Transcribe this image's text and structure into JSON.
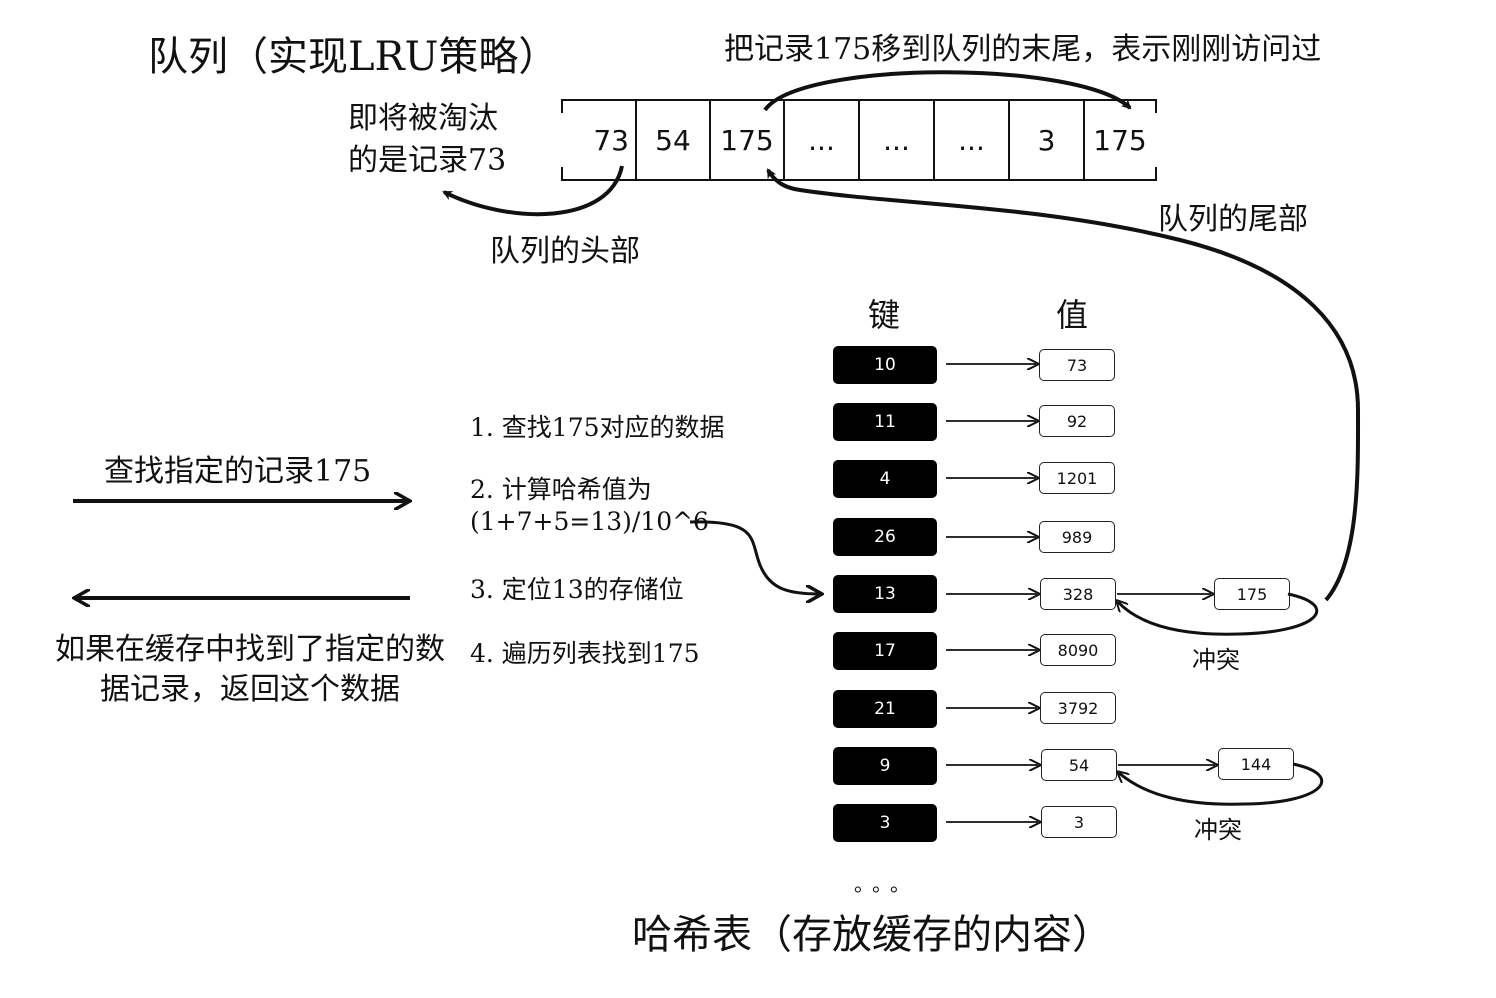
{
  "queue": {
    "title": "队列（实现LRU策略）",
    "move_note": "把记录175移到队列的末尾，表示刚刚访问过",
    "evict_note": [
      "即将被淘汰",
      "的是记录73"
    ],
    "head_label": "队列的头部",
    "tail_label": "队列的尾部",
    "cells": [
      "73",
      "54",
      "175",
      "...",
      "...",
      "...",
      "3",
      "175"
    ]
  },
  "lookup": {
    "request_label": "查找指定的记录175",
    "return_label": "如果在缓存中找到了指定的数据记录，返回这个数据",
    "steps": {
      "s1": "1. 查找175对应的数据",
      "s2_line1": "2. 计算哈希值为",
      "s2_line2": "(1+7+5=13)/10^6",
      "s3": "3. 定位13的存储位",
      "s4": "4.  遍历列表找到175"
    }
  },
  "hash_table": {
    "title": "哈希表（存放缓存的内容）",
    "key_header": "键",
    "value_header": "值",
    "ellipsis": "。。。",
    "rows": [
      {
        "key": "10",
        "value": "73"
      },
      {
        "key": "11",
        "value": "92"
      },
      {
        "key": "4",
        "value": "1201"
      },
      {
        "key": "26",
        "value": "989"
      },
      {
        "key": "13",
        "value": "328",
        "chain": "175",
        "conflict": "冲突"
      },
      {
        "key": "17",
        "value": "8090"
      },
      {
        "key": "21",
        "value": "3792"
      },
      {
        "key": "9",
        "value": "54",
        "chain": "144",
        "conflict": "冲突"
      },
      {
        "key": "3",
        "value": "3"
      }
    ]
  }
}
